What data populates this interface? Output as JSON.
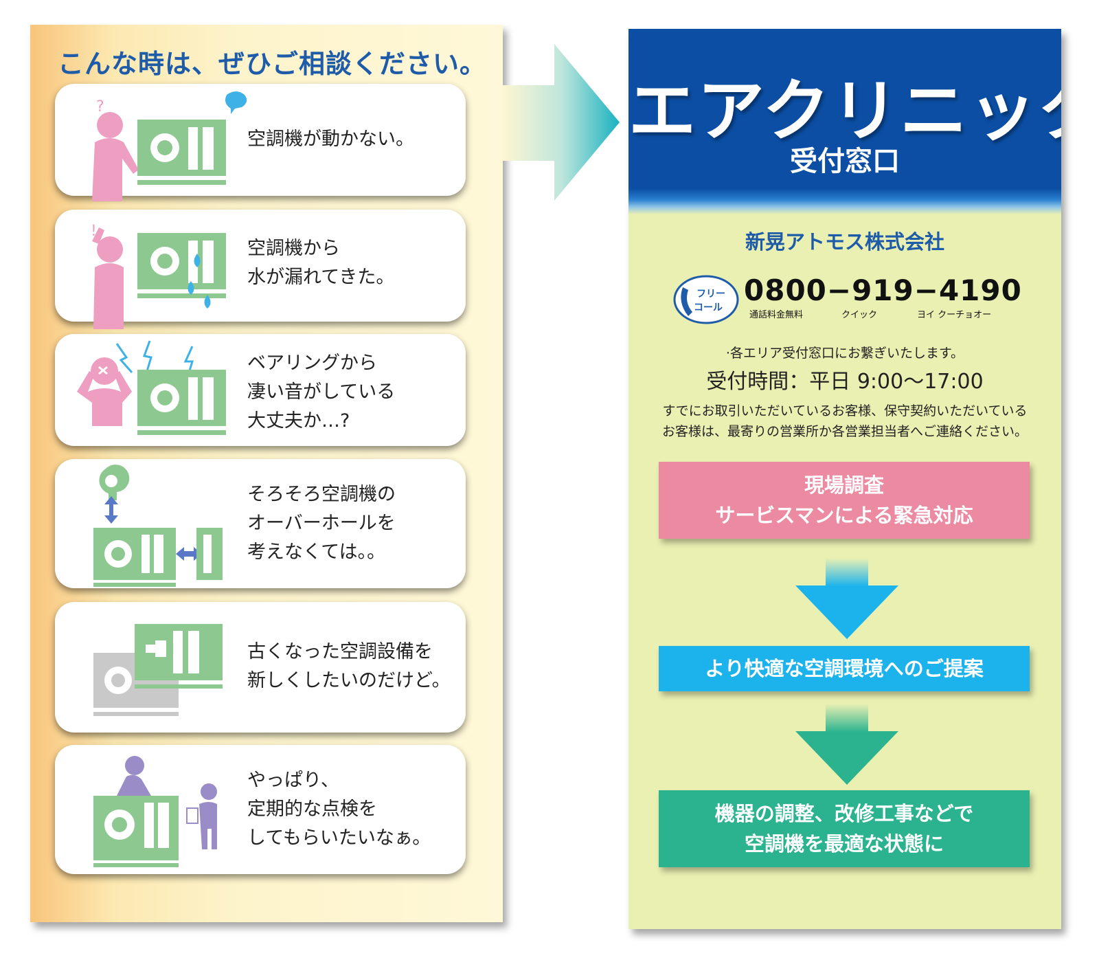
{
  "left": {
    "title": "こんな時は、ぜひご相談ください。",
    "cards": [
      {
        "lines": [
          "空調機が動かない。"
        ],
        "icon": "confused-person-with-ac-icon"
      },
      {
        "lines": [
          "空調機から",
          "水が漏れてきた。"
        ],
        "icon": "surprised-person-leaking-ac-icon"
      },
      {
        "lines": [
          "ベアリングから",
          "凄い音がしている",
          "大丈夫か…?"
        ],
        "icon": "distressed-person-noisy-ac-icon"
      },
      {
        "lines": [
          "そろそろ空調機の",
          "オーバーホールを",
          "考えなくては。。"
        ],
        "icon": "ac-overhaul-icon"
      },
      {
        "lines": [
          "古くなった空調設備を",
          "新しくしたいのだけど。"
        ],
        "icon": "ac-replacement-icon"
      },
      {
        "lines": [
          "やっぱり、",
          "定期的な点検を",
          "してもらいたいなぁ。"
        ],
        "icon": "ac-inspection-icon"
      }
    ]
  },
  "right": {
    "brand": "エアクリニック",
    "subtitle": "受付窓口",
    "company": "新晃アトモス株式会社",
    "freecall_label_1": "フリー",
    "freecall_label_2": "コール",
    "phone": "0800−919−4190",
    "phone_sub": [
      "通話料金無料",
      "クイック",
      "ヨイ クーチョオー"
    ],
    "area_note": "·各エリア受付窓口にお繋ぎいたします。",
    "hours": "受付時間：平日 9:00〜17:00",
    "existing_customers": [
      "すでにお取引いただいているお客様、保守契約いただいている",
      "お客様は、最寄りの営業所か各営業担当者へご連絡ください。"
    ],
    "steps": [
      {
        "lines": [
          "現場調査",
          "サービスマンによる緊急対応"
        ],
        "color": "#ec8aa2"
      },
      {
        "lines": [
          "より快適な空調環境へのご提案"
        ],
        "color": "#1cb3ec"
      },
      {
        "lines": [
          "機器の調整、改修工事などで",
          "空調機を最適な状態に"
        ],
        "color": "#2bb38f"
      }
    ]
  },
  "colors": {
    "brand_blue": "#0b4ea3",
    "title_blue": "#1e5ba8",
    "ac_green": "#8cc890",
    "person_pink": "#ee9ec0",
    "person_purple": "#9a8cc6"
  }
}
